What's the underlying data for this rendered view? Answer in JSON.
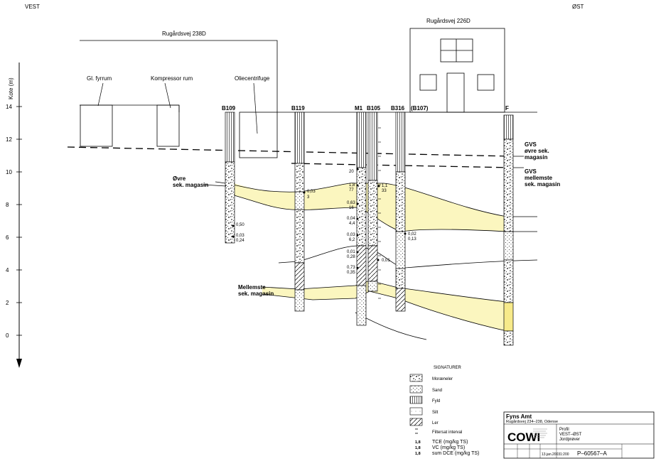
{
  "directions": {
    "west": "VEST",
    "east": "ØST"
  },
  "axis": {
    "label": "Kote (m)",
    "ticks": [
      {
        "v": 14,
        "t": "14"
      },
      {
        "v": 12,
        "t": "12"
      },
      {
        "v": 10,
        "t": "10"
      },
      {
        "v": 8,
        "t": "8"
      },
      {
        "v": 6,
        "t": "6"
      },
      {
        "v": 4,
        "t": "4"
      },
      {
        "v": 2,
        "t": "2"
      },
      {
        "v": 0,
        "t": "0"
      }
    ]
  },
  "buildings": {
    "left": {
      "name": "Rugårdsvej 238D",
      "rooms": [
        "Gl. fyrrum",
        "Kompressor rum",
        "Oliecentrifuge"
      ]
    },
    "right": {
      "name": "Rugårdsvej 226D"
    }
  },
  "boreholes": [
    {
      "id": "B109",
      "label": "B109"
    },
    {
      "id": "B119",
      "label": "B119"
    },
    {
      "id": "M1",
      "label": "M1"
    },
    {
      "id": "B105",
      "label": "B105"
    },
    {
      "id": "B316",
      "label": "B316"
    },
    {
      "id": "B107",
      "label": "(B107)"
    },
    {
      "id": "F",
      "label": "F"
    }
  ],
  "aquifers": {
    "upper": "Øvre sek. magasin",
    "upper_lines": [
      "Øvre",
      "sek. magasin"
    ],
    "middle": "Mellemste sek. magasin",
    "middle_lines": [
      "Mellemste",
      "sek. magasin"
    ]
  },
  "gvs": {
    "upper_lines": [
      "GVS",
      "øvre sek.",
      "magasin"
    ],
    "middle_lines": [
      "GVS",
      "mellemste",
      "sek. magasin"
    ]
  },
  "samples": [
    {
      "g": "0,50",
      "b": "",
      "r": ""
    },
    {
      "g": "0,03",
      "b": "",
      "r": "0,24"
    },
    {
      "g": "",
      "b": "0,03",
      "r": "3"
    },
    {
      "g": "",
      "b": "",
      "r": "20"
    },
    {
      "g": "1,8",
      "b": "",
      "r": "77"
    },
    {
      "g": "0,63",
      "b": "",
      "r": "16"
    },
    {
      "g": "0,04",
      "b": "",
      "r": "4,4"
    },
    {
      "g": "0,03",
      "b": "",
      "r": "6,2"
    },
    {
      "g": "0,01",
      "b": "",
      "r": "0,28"
    },
    {
      "g": "0,73",
      "b": "",
      "r": "0,35"
    },
    {
      "g": "1,1",
      "b": "",
      "r": "33"
    },
    {
      "g": "0,02",
      "b": "",
      "r": "0,13"
    },
    {
      "g": "0,01",
      "b": "",
      "r": ""
    }
  ],
  "legend": {
    "title": "SIGNATURER",
    "items": [
      "Moræneler",
      "Sand",
      "Fyld",
      "Silt",
      "Ler",
      "Filtersat interval"
    ],
    "values": [
      {
        "sample": "1,8",
        "text": "TCE  (mg/kg TS)",
        "color": "#1f3fbf"
      },
      {
        "sample": "1,8",
        "text": "VC  (mg/kg TS)",
        "color": "#1aa01a"
      },
      {
        "sample": "1,8",
        "text": "sum  DCE (mg/kg TS)",
        "color": "#d01a1a"
      }
    ]
  },
  "titleblock": {
    "client": "Fyns Amt",
    "address": "Rugårdsvej 234–238, Odense",
    "logo": "COWI",
    "title_lines": [
      "Profil",
      "VEST–ØST",
      "Jordprøver"
    ],
    "date": "13.jan.2003",
    "scale": "1:200",
    "number": "P–60567–A"
  },
  "colors": {
    "aquifer": "#fbf6bf",
    "tce": "#1f3fbf",
    "vc": "#1aa01a",
    "dce": "#d01a1a"
  }
}
